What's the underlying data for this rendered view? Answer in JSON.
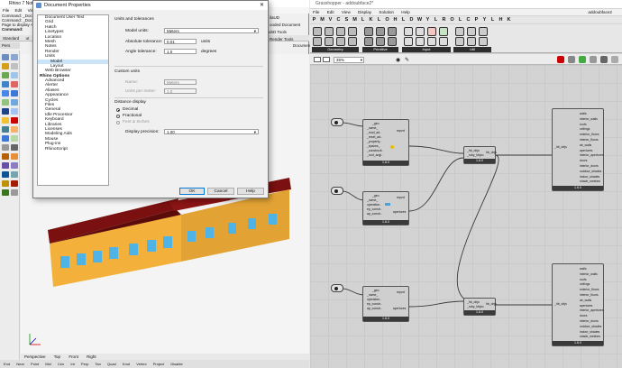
{
  "rhino": {
    "title": "Rhino 7 NotFor…",
    "menu": [
      "File",
      "Edit",
      "View"
    ],
    "command_lines": [
      "Command: _Docu…",
      "Command: _Docu…",
      "Page to display <…",
      "Command:"
    ],
    "tab_standard": "Standard",
    "tab_persp": "Pers",
    "tab_fragments": [
      "ut",
      "Rende",
      "isplay",
      "Drafting",
      "New in V7"
    ],
    "right_tab_fragments": [
      "ubD Tools",
      "Render Tools"
    ],
    "doc_fragments": [
      "ilaUD",
      "ooded Document",
      "Document"
    ],
    "viewport_tabs": [
      "Perspective",
      "Top",
      "Front",
      "Right"
    ],
    "snaps": [
      "End",
      "Near",
      "Point",
      "Mid",
      "Cen",
      "Int",
      "Perp",
      "Tan",
      "Quad",
      "Knot",
      "Vertex",
      "Project",
      "Disable"
    ]
  },
  "dialog": {
    "title": "Document Properties",
    "tree": [
      {
        "label": "Document User Text",
        "indent": 1
      },
      {
        "label": "Grid",
        "indent": 1
      },
      {
        "label": "Hatch",
        "indent": 1
      },
      {
        "label": "Linetypes",
        "indent": 1
      },
      {
        "label": "Location",
        "indent": 1
      },
      {
        "label": "Mesh",
        "indent": 1
      },
      {
        "label": "Notes",
        "indent": 1
      },
      {
        "label": "Render",
        "indent": 1
      },
      {
        "label": "Units",
        "indent": 1
      },
      {
        "label": "Model",
        "indent": 2,
        "selected": true
      },
      {
        "label": "Layout",
        "indent": 2
      },
      {
        "label": "Web Browser",
        "indent": 1
      },
      {
        "label": "Rhino Options",
        "indent": 0,
        "bold": true
      },
      {
        "label": "Advanced",
        "indent": 1
      },
      {
        "label": "Alerter",
        "indent": 1
      },
      {
        "label": "Aliases",
        "indent": 1
      },
      {
        "label": "Appearance",
        "indent": 1
      },
      {
        "label": "Cycles",
        "indent": 1
      },
      {
        "label": "Files",
        "indent": 1
      },
      {
        "label": "General",
        "indent": 1
      },
      {
        "label": "Idle Processor",
        "indent": 1
      },
      {
        "label": "Keyboard",
        "indent": 1
      },
      {
        "label": "Libraries",
        "indent": 1
      },
      {
        "label": "Licenses",
        "indent": 1
      },
      {
        "label": "Modeling Aids",
        "indent": 1
      },
      {
        "label": "Mouse",
        "indent": 1
      },
      {
        "label": "Plug-ins",
        "indent": 1
      },
      {
        "label": "RhinoScript",
        "indent": 1
      }
    ],
    "units_section": "Units and tolerances",
    "model_units_label": "Model units:",
    "model_units_value": "Meters",
    "abs_tol_label": "Absolute tolerance:",
    "abs_tol_value": "0.01",
    "abs_tol_unit": "units",
    "angle_tol_label": "Angle tolerance:",
    "angle_tol_value": "1.0",
    "angle_tol_unit": "degrees",
    "custom_section": "Custom units",
    "name_label": "Name:",
    "name_value": "Meters",
    "upm_label": "Units per meter:",
    "upm_value": "1.0",
    "distance_section": "Distance display",
    "radio_decimal": "Decimal",
    "radio_fractional": "Fractional",
    "radio_feet": "Feet & Inches",
    "precision_label": "Display precision:",
    "precision_value": "1.00",
    "ok": "OK",
    "cancel": "Cancel",
    "help": "Help"
  },
  "gh": {
    "title": "Grasshopper - addoubface2*",
    "doc_name": "addoubface2",
    "menu": [
      "File",
      "Edit",
      "View",
      "Display",
      "Solution",
      "Help"
    ],
    "tabs": [
      "P",
      "M",
      "V",
      "C",
      "S",
      "M",
      "L",
      "K",
      "L",
      "O",
      "H",
      "L",
      "D",
      "W",
      "Y",
      "L",
      "R",
      "O",
      "L",
      "C",
      "P",
      "Y",
      "L",
      "H",
      "K"
    ],
    "groups": [
      "Geometry",
      "Primitive",
      "Input",
      "Util"
    ],
    "zoom": "35%",
    "node_version": "1.6.0",
    "node_a_ports": [
      "_geo",
      "_name_",
      "_mod_ad..",
      "_reset_ad..",
      "_property..",
      "_spaces_",
      "_constructi..",
      "_roof_angl.."
    ],
    "node_a_out": "report",
    "node_b_ports": [
      "_geo",
      "_name_",
      "operation..",
      "ep_constr..",
      "ap_constr.."
    ],
    "node_b_out": [
      "report",
      "apertures"
    ],
    "merge_ports": [
      "_hb_objs",
      "_ruby_hbjso"
    ],
    "merge_out": "hb_objs",
    "big_ports": [
      "walls",
      "interior_walls",
      "roofs",
      "ceilings",
      "exterior_floors",
      "interior_floors",
      "air_walls",
      "apertures",
      "interior_apertures",
      "doors",
      "interior_doors",
      "outdoor_shades",
      "indoor_shades",
      "shade_meshes"
    ],
    "big_in": "_hb_objs"
  }
}
